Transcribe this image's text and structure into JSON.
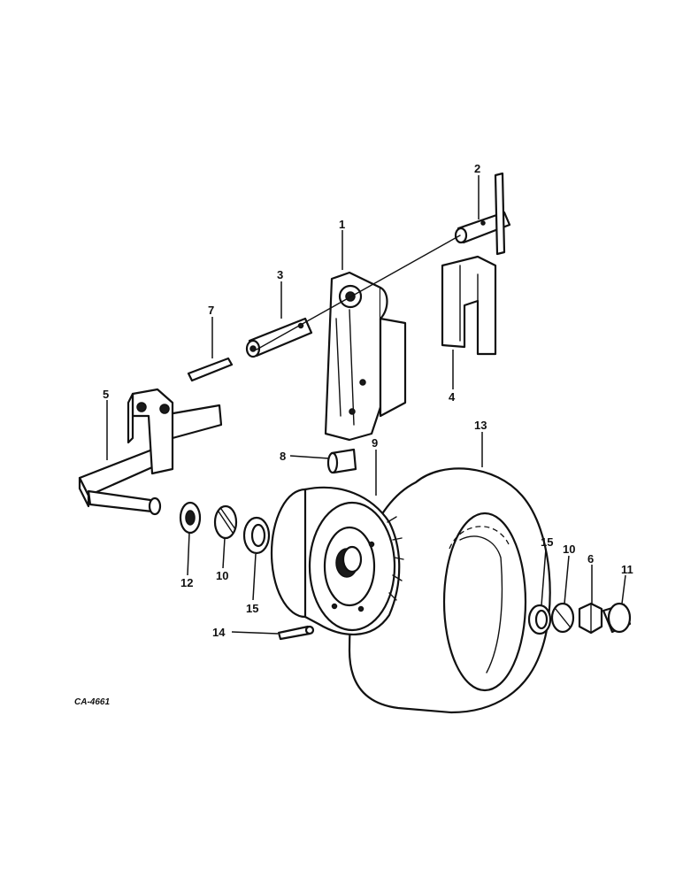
{
  "figure_id": "CA-4661",
  "callouts": [
    {
      "id": "c1",
      "label": "1"
    },
    {
      "id": "c2",
      "label": "2"
    },
    {
      "id": "c3",
      "label": "3"
    },
    {
      "id": "c4",
      "label": "4"
    },
    {
      "id": "c5",
      "label": "5"
    },
    {
      "id": "c6",
      "label": "6"
    },
    {
      "id": "c7",
      "label": "7"
    },
    {
      "id": "c8",
      "label": "8"
    },
    {
      "id": "c9",
      "label": "9"
    },
    {
      "id": "c10a",
      "label": "10"
    },
    {
      "id": "c10b",
      "label": "10"
    },
    {
      "id": "c11",
      "label": "11"
    },
    {
      "id": "c12",
      "label": "12"
    },
    {
      "id": "c13",
      "label": "13"
    },
    {
      "id": "c14",
      "label": "14"
    },
    {
      "id": "c15a",
      "label": "15"
    },
    {
      "id": "c15b",
      "label": "15"
    }
  ]
}
